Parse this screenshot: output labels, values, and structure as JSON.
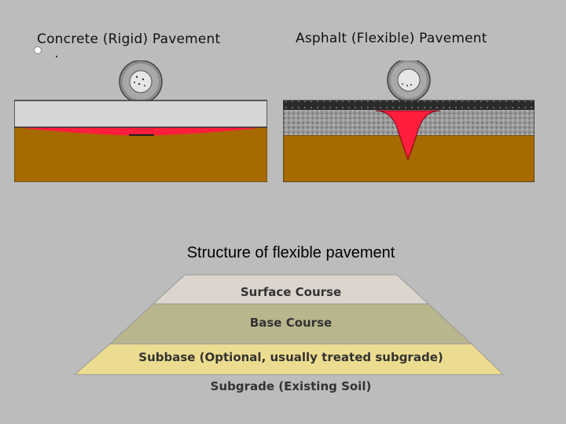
{
  "diagram": {
    "rigid_title": "Concrete (Rigid) Pavement",
    "flexible_title": "Asphalt (Flexible) Pavement",
    "caption": "Structure of flexible pavement",
    "layers": {
      "surface": "Surface Course",
      "base": "Base Course",
      "subbase": "Subbase (Optional, usually treated subgrade)",
      "subgrade": "Subgrade (Existing Soil)"
    },
    "colors": {
      "background": "#bcbcbc",
      "concrete": "#d6d6d6",
      "soil": "#a66a00",
      "stress": "#ff1e3c",
      "asphalt": "#2a2a2a",
      "base_gravel": "#8a8a8a",
      "surface_course": "#dcd5cd",
      "base_course": "#b9b58c",
      "subbase_course": "#ecdc8f"
    }
  }
}
